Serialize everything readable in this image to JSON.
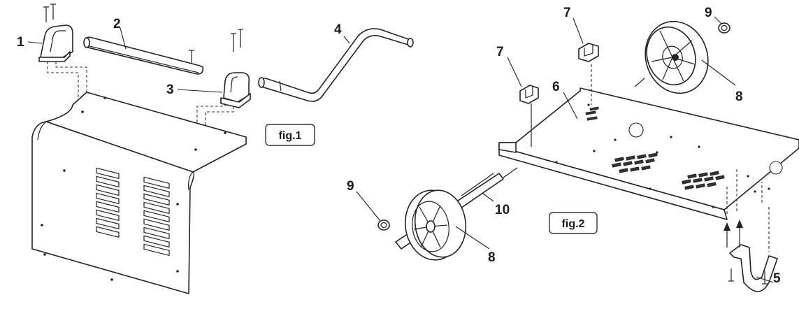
{
  "figures": {
    "fig1": {
      "label": "fig.1"
    },
    "fig2": {
      "label": "fig.2"
    }
  },
  "callouts": {
    "fig1": {
      "handle_bracket": "1",
      "handle_tube": "2",
      "handle_bracket_right": "3",
      "handle": "4"
    },
    "fig2": {
      "bracket_left": "7",
      "bracket_right": "7",
      "base_plate": "6",
      "cap_top": "9",
      "cap_bottom": "9",
      "wheel_top": "8",
      "wheel_bottom": "8",
      "axle": "10",
      "foot": "5"
    }
  }
}
